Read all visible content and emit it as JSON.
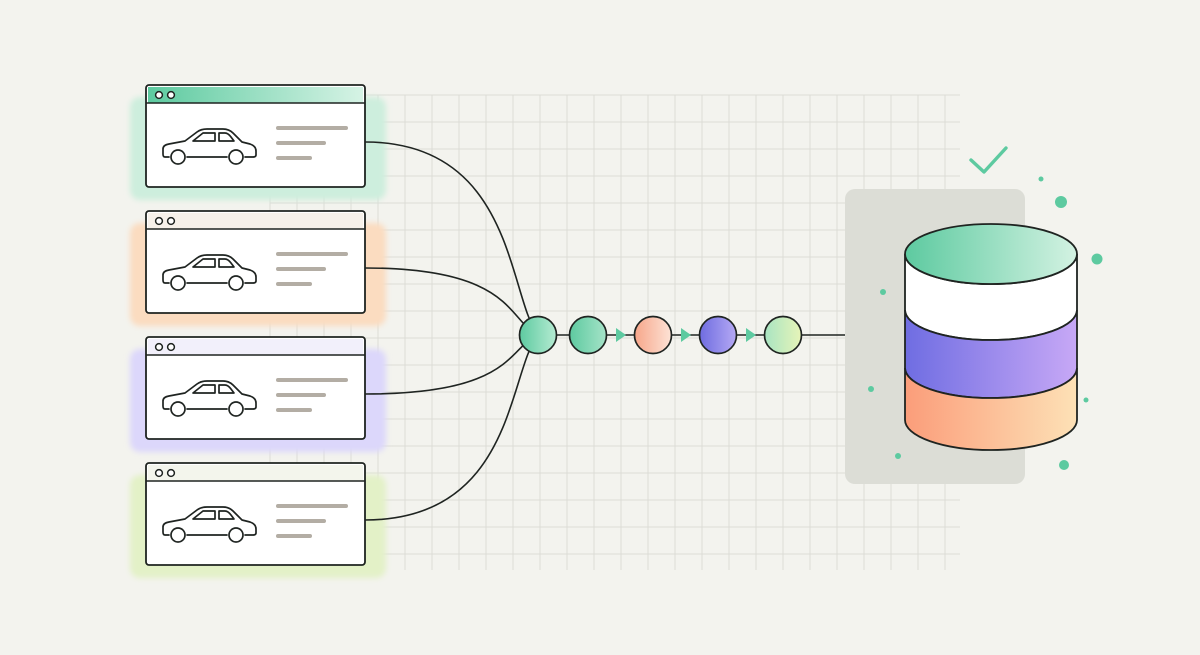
{
  "colors": {
    "background": "#f3f3ee",
    "grid": "#dcdcd6",
    "ink": "#1f2421",
    "muted_line": "#b3ada4",
    "panel": "#dcddd6",
    "accent_green": "#5dcaa0",
    "check": "#5dcaa0"
  },
  "sources": [
    {
      "name": "listing-card-1",
      "glow": "#cdeedd",
      "bar_from": "#5dcaa0",
      "bar_to": "#d6f3e5",
      "icon": "car-icon"
    },
    {
      "name": "listing-card-2",
      "glow": "#fbdcc0",
      "bar_from": "#f6f1ea",
      "bar_to": "#f6f1ea",
      "icon": "car-icon"
    },
    {
      "name": "listing-card-3",
      "glow": "#dcd7fb",
      "bar_from": "#f2f0fb",
      "bar_to": "#f2f0fb",
      "icon": "car-icon"
    },
    {
      "name": "listing-card-4",
      "glow": "#e3f1c7",
      "bar_from": "#f3f5ec",
      "bar_to": "#f3f5ec",
      "icon": "car-icon"
    }
  ],
  "pipeline": {
    "nodes": [
      {
        "name": "merge-node",
        "from": "#5dcaa0",
        "to": "#b5ebd2"
      },
      {
        "name": "stage-node-1",
        "from": "#5dcaa0",
        "to": "#a6e3c8"
      },
      {
        "name": "stage-node-2",
        "from": "#f7a68a",
        "to": "#fde3d6"
      },
      {
        "name": "stage-node-3",
        "from": "#6e6ce0",
        "to": "#b5a9f4"
      },
      {
        "name": "stage-node-4",
        "from": "#a8e4c2",
        "to": "#e7f4b8"
      }
    ],
    "arrow_color": "#5dcaa0"
  },
  "database": {
    "icon": "database-icon",
    "top_from": "#5dcaa0",
    "top_to": "#d3f2e2",
    "layers": [
      {
        "name": "db-layer-white",
        "from": "#ffffff",
        "to": "#ffffff"
      },
      {
        "name": "db-layer-purple",
        "from": "#6f6de2",
        "to": "#c7a8f6"
      },
      {
        "name": "db-layer-orange",
        "from": "#fb9d7a",
        "to": "#fde1b6"
      }
    ],
    "status_icon": "checkmark-icon",
    "sparkle_color": "#5dcaa0"
  }
}
